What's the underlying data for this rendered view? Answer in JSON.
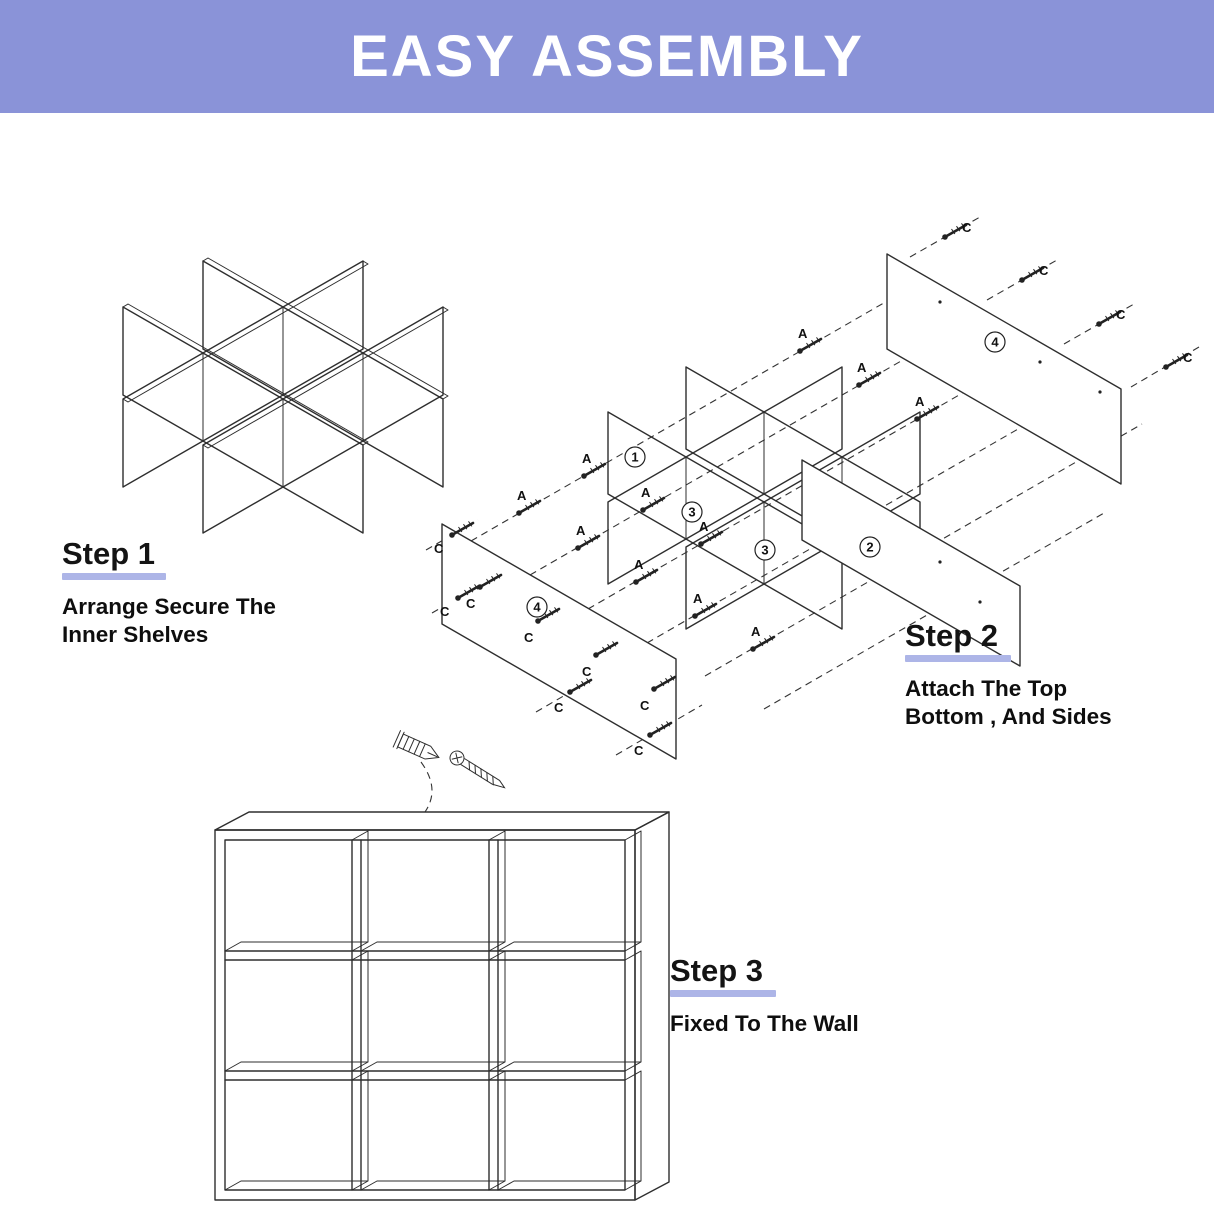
{
  "header": {
    "title": "EASY ASSEMBLY",
    "bg_color": "#8A93D8",
    "text_color": "#FFFFFF"
  },
  "steps": {
    "step1": {
      "label": "Step 1",
      "desc_line1": "Arrange Secure The",
      "desc_line2": "Inner Shelves"
    },
    "step2": {
      "label": "Step 2",
      "desc_line1": "Attach The Top",
      "desc_line2": "Bottom , And Sides"
    },
    "step3": {
      "label": "Step 3",
      "desc_line1": "Fixed To The Wall"
    }
  },
  "labels": {
    "screw_a": "A",
    "screw_c": "C",
    "panel_1": "1",
    "panel_2": "2",
    "panel_3": "3",
    "panel_4": "4"
  },
  "colors": {
    "highlight": "#ADB5E7",
    "line": "#2E2E2E"
  }
}
